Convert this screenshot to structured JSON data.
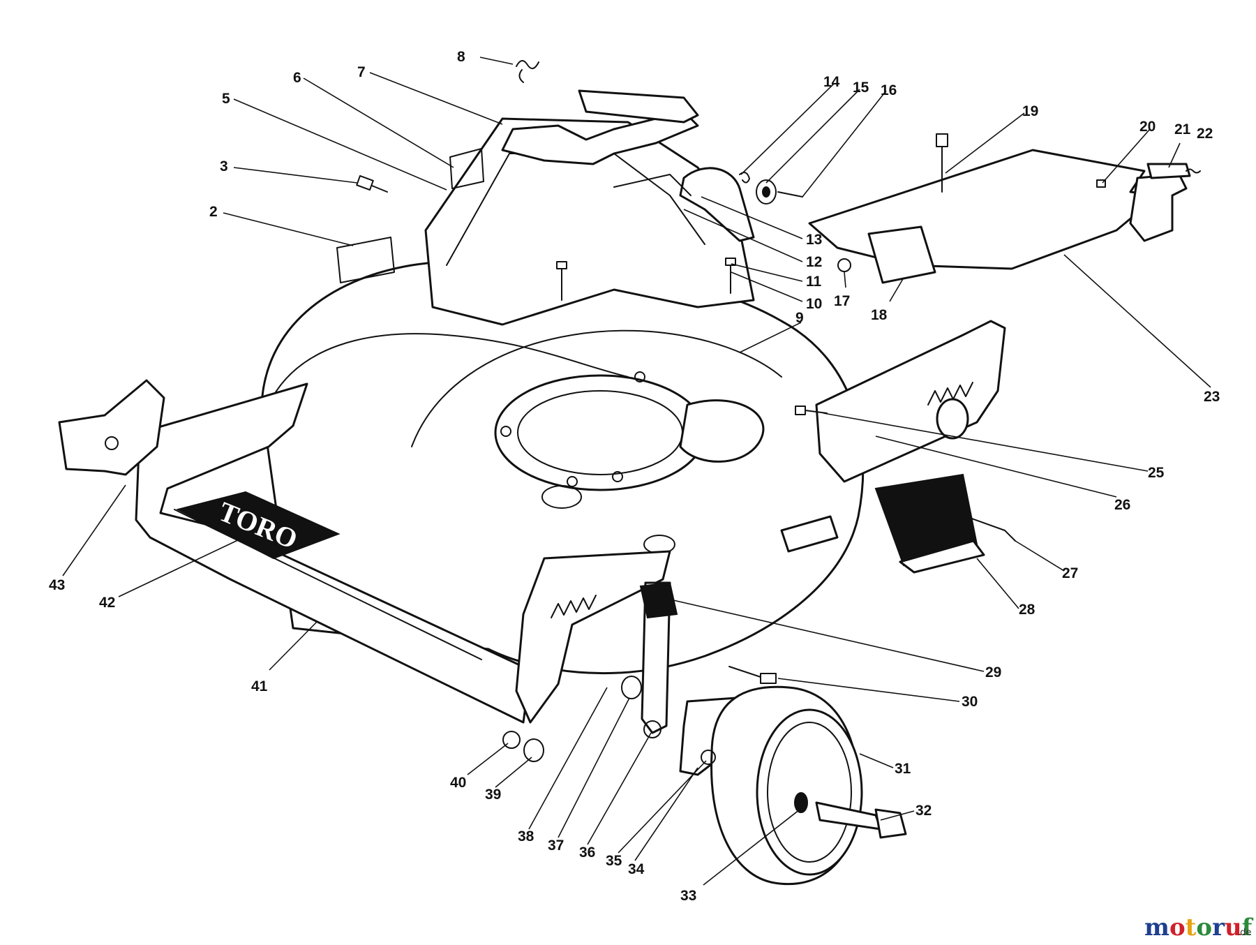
{
  "diagram": {
    "brand_plate_text": "TORO",
    "part_numbers": [
      "2",
      "3",
      "5",
      "6",
      "7",
      "8",
      "9",
      "10",
      "11",
      "12",
      "13",
      "14",
      "15",
      "16",
      "17",
      "18",
      "19",
      "20",
      "21",
      "22",
      "23",
      "25",
      "26",
      "27",
      "28",
      "29",
      "30",
      "31",
      "32",
      "33",
      "34",
      "35",
      "36",
      "37",
      "38",
      "39",
      "40",
      "41",
      "42",
      "43"
    ]
  },
  "watermark": {
    "text": "motoruf",
    "suffix": ".de",
    "colors": [
      "#1f3f8f",
      "#d0202a",
      "#e8a212",
      "#2c8a3a",
      "#1f3f8f",
      "#d0202a",
      "#2c8a3a"
    ]
  }
}
